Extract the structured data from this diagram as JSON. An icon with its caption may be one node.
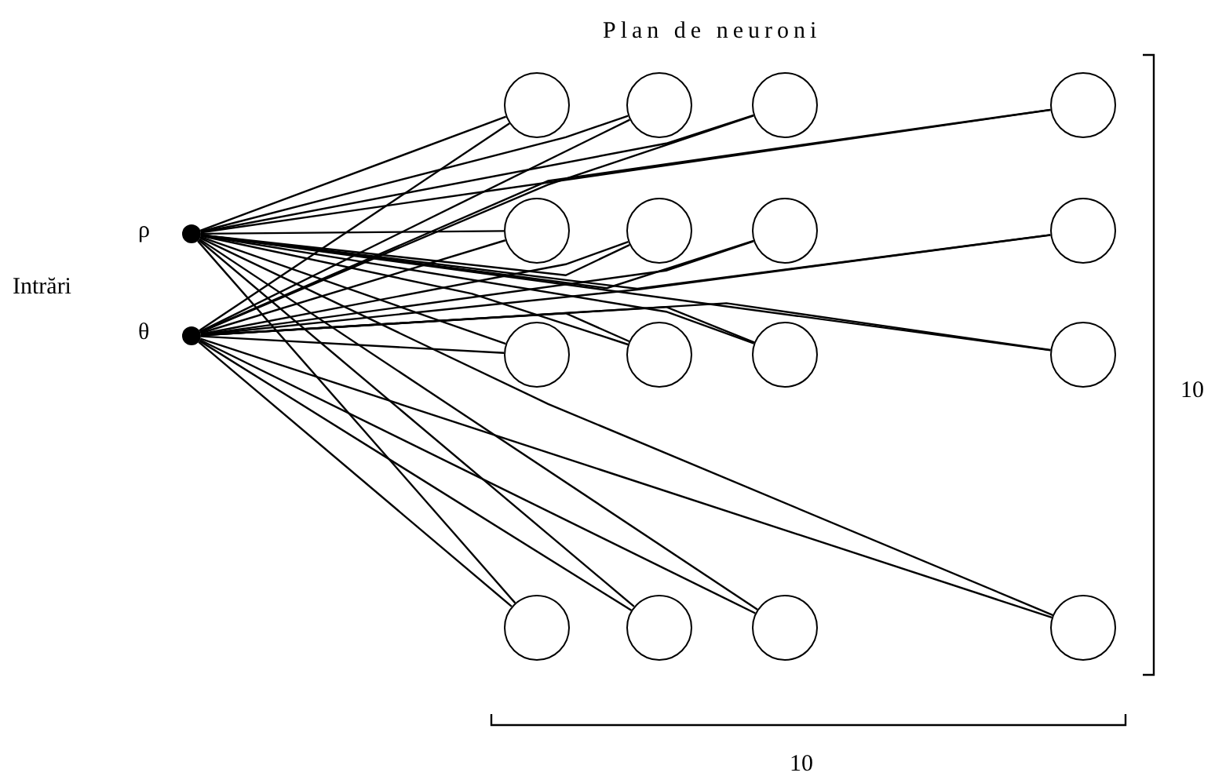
{
  "diagram": {
    "title": "Plan de neuroni",
    "nodes": [
      {
        "text": [],
        "shape": "circle",
        "beside": [
          "ρ"
        ]
      },
      {
        "text": [],
        "shape": "circle",
        "beside": [
          "θ"
        ]
      },
      {
        "text": [],
        "shape": "circle"
      },
      {
        "text": [],
        "shape": "circle"
      },
      {
        "text": [],
        "shape": "circle"
      },
      {
        "text": [],
        "shape": "circle"
      },
      {
        "text": [],
        "shape": "circle"
      },
      {
        "text": [],
        "shape": "circle"
      },
      {
        "text": [],
        "shape": "circle"
      },
      {
        "text": [],
        "shape": "circle"
      },
      {
        "text": [],
        "shape": "circle"
      },
      {
        "text": [],
        "shape": "circle"
      },
      {
        "text": [],
        "shape": "circle"
      },
      {
        "text": [],
        "shape": "circle"
      },
      {
        "text": [],
        "shape": "circle"
      },
      {
        "text": [],
        "shape": "circle"
      },
      {
        "text": [],
        "shape": "circle"
      },
      {
        "text": [],
        "shape": "circle"
      }
    ],
    "edges": [
      {
        "from": 0,
        "to": 2,
        "arrow": "none"
      },
      {
        "from": 0,
        "to": 3,
        "arrow": "none"
      },
      {
        "from": 0,
        "to": 4,
        "arrow": "none"
      },
      {
        "from": 0,
        "to": 5,
        "arrow": "none"
      },
      {
        "from": 0,
        "to": 6,
        "arrow": "none"
      },
      {
        "from": 0,
        "to": 7,
        "arrow": "none"
      },
      {
        "from": 0,
        "to": 8,
        "arrow": "none"
      },
      {
        "from": 0,
        "to": 9,
        "arrow": "none"
      },
      {
        "from": 0,
        "to": 10,
        "arrow": "none"
      },
      {
        "from": 0,
        "to": 11,
        "arrow": "none"
      },
      {
        "from": 0,
        "to": 12,
        "arrow": "none"
      },
      {
        "from": 0,
        "to": 13,
        "arrow": "none"
      },
      {
        "from": 0,
        "to": 14,
        "arrow": "none"
      },
      {
        "from": 0,
        "to": 15,
        "arrow": "none"
      },
      {
        "from": 0,
        "to": 16,
        "arrow": "none"
      },
      {
        "from": 0,
        "to": 17,
        "arrow": "none"
      },
      {
        "from": 1,
        "to": 2,
        "arrow": "none"
      },
      {
        "from": 1,
        "to": 3,
        "arrow": "none"
      },
      {
        "from": 1,
        "to": 4,
        "arrow": "none"
      },
      {
        "from": 1,
        "to": 5,
        "arrow": "none"
      },
      {
        "from": 1,
        "to": 6,
        "arrow": "none"
      },
      {
        "from": 1,
        "to": 7,
        "arrow": "none"
      },
      {
        "from": 1,
        "to": 8,
        "arrow": "none"
      },
      {
        "from": 1,
        "to": 9,
        "arrow": "none"
      },
      {
        "from": 1,
        "to": 10,
        "arrow": "none"
      },
      {
        "from": 1,
        "to": 11,
        "arrow": "none"
      },
      {
        "from": 1,
        "to": 12,
        "arrow": "none"
      },
      {
        "from": 1,
        "to": 13,
        "arrow": "none"
      },
      {
        "from": 1,
        "to": 14,
        "arrow": "none"
      },
      {
        "from": 1,
        "to": 15,
        "arrow": "none"
      },
      {
        "from": 1,
        "to": 16,
        "arrow": "none"
      },
      {
        "from": 1,
        "to": 17,
        "arrow": "none"
      }
    ],
    "labels": [
      "Intrări",
      "10",
      "10"
    ]
  }
}
